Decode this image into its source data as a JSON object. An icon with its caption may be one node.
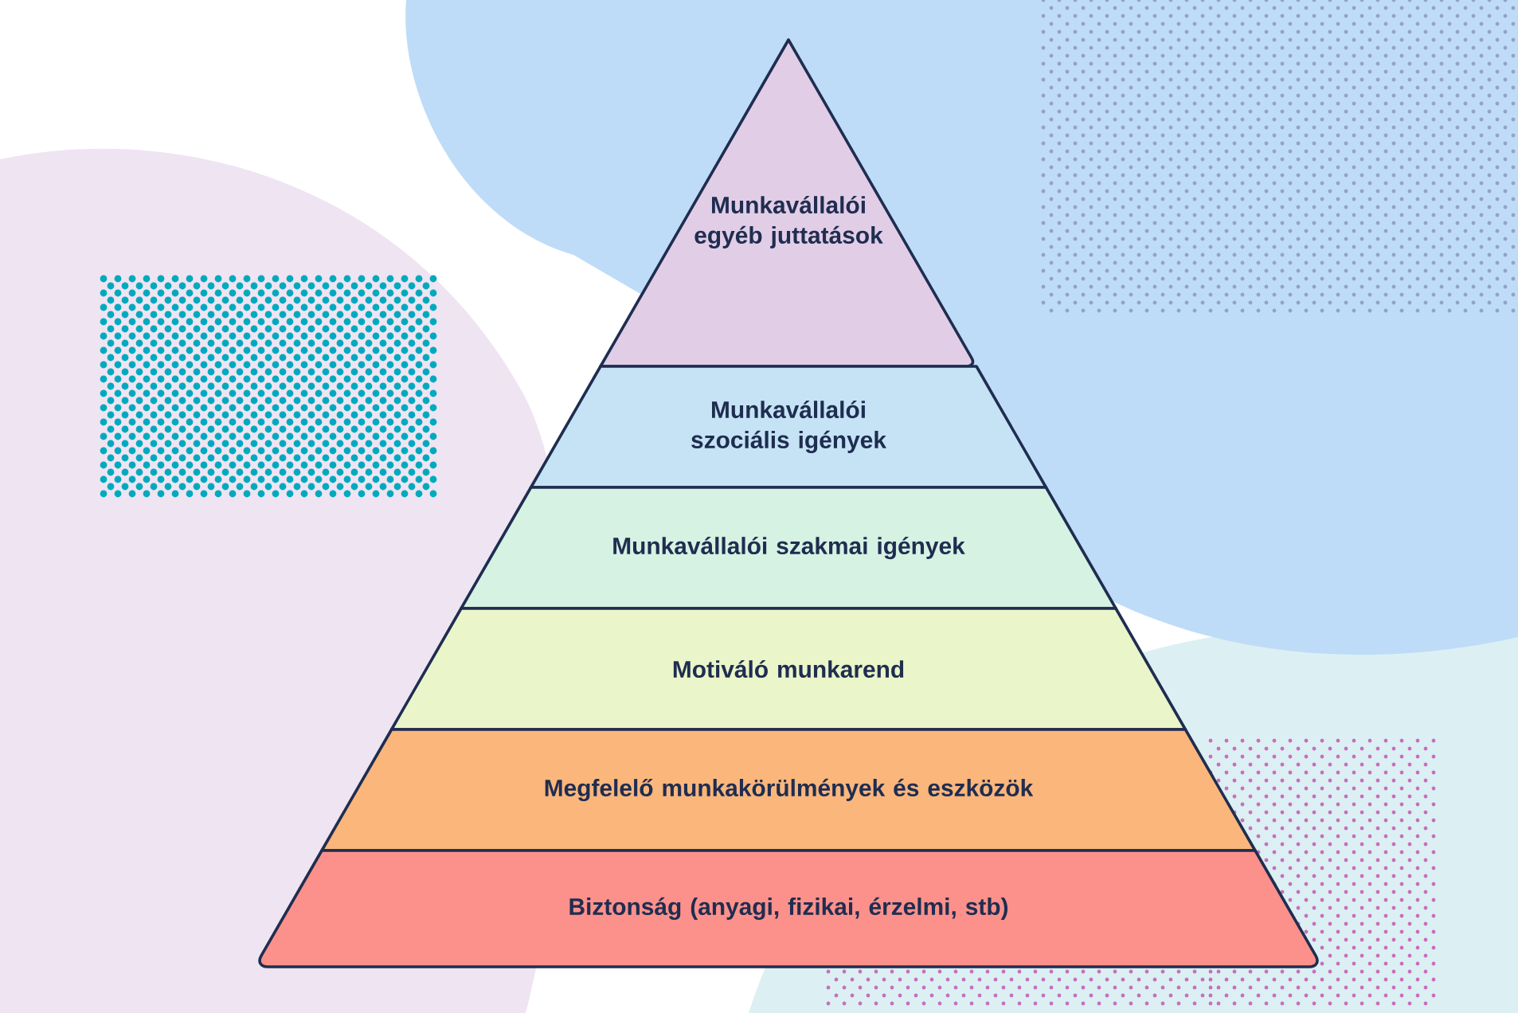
{
  "diagram": {
    "nodes": [
      {
        "text": [
          "Munkavállalói egyéb juttatások"
        ]
      },
      {
        "text": [
          "Munkavállalói szociális igények"
        ]
      },
      {
        "text": [
          "Munkavállalói szakmai igények"
        ]
      },
      {
        "text": [
          "Motiváló munkarend"
        ]
      },
      {
        "text": [
          "Megfelelő munkakörülmények és eszközök"
        ]
      },
      {
        "text": [
          "Biztonság (anyagi, fizikai, érzelmi, stb)"
        ]
      }
    ]
  }
}
